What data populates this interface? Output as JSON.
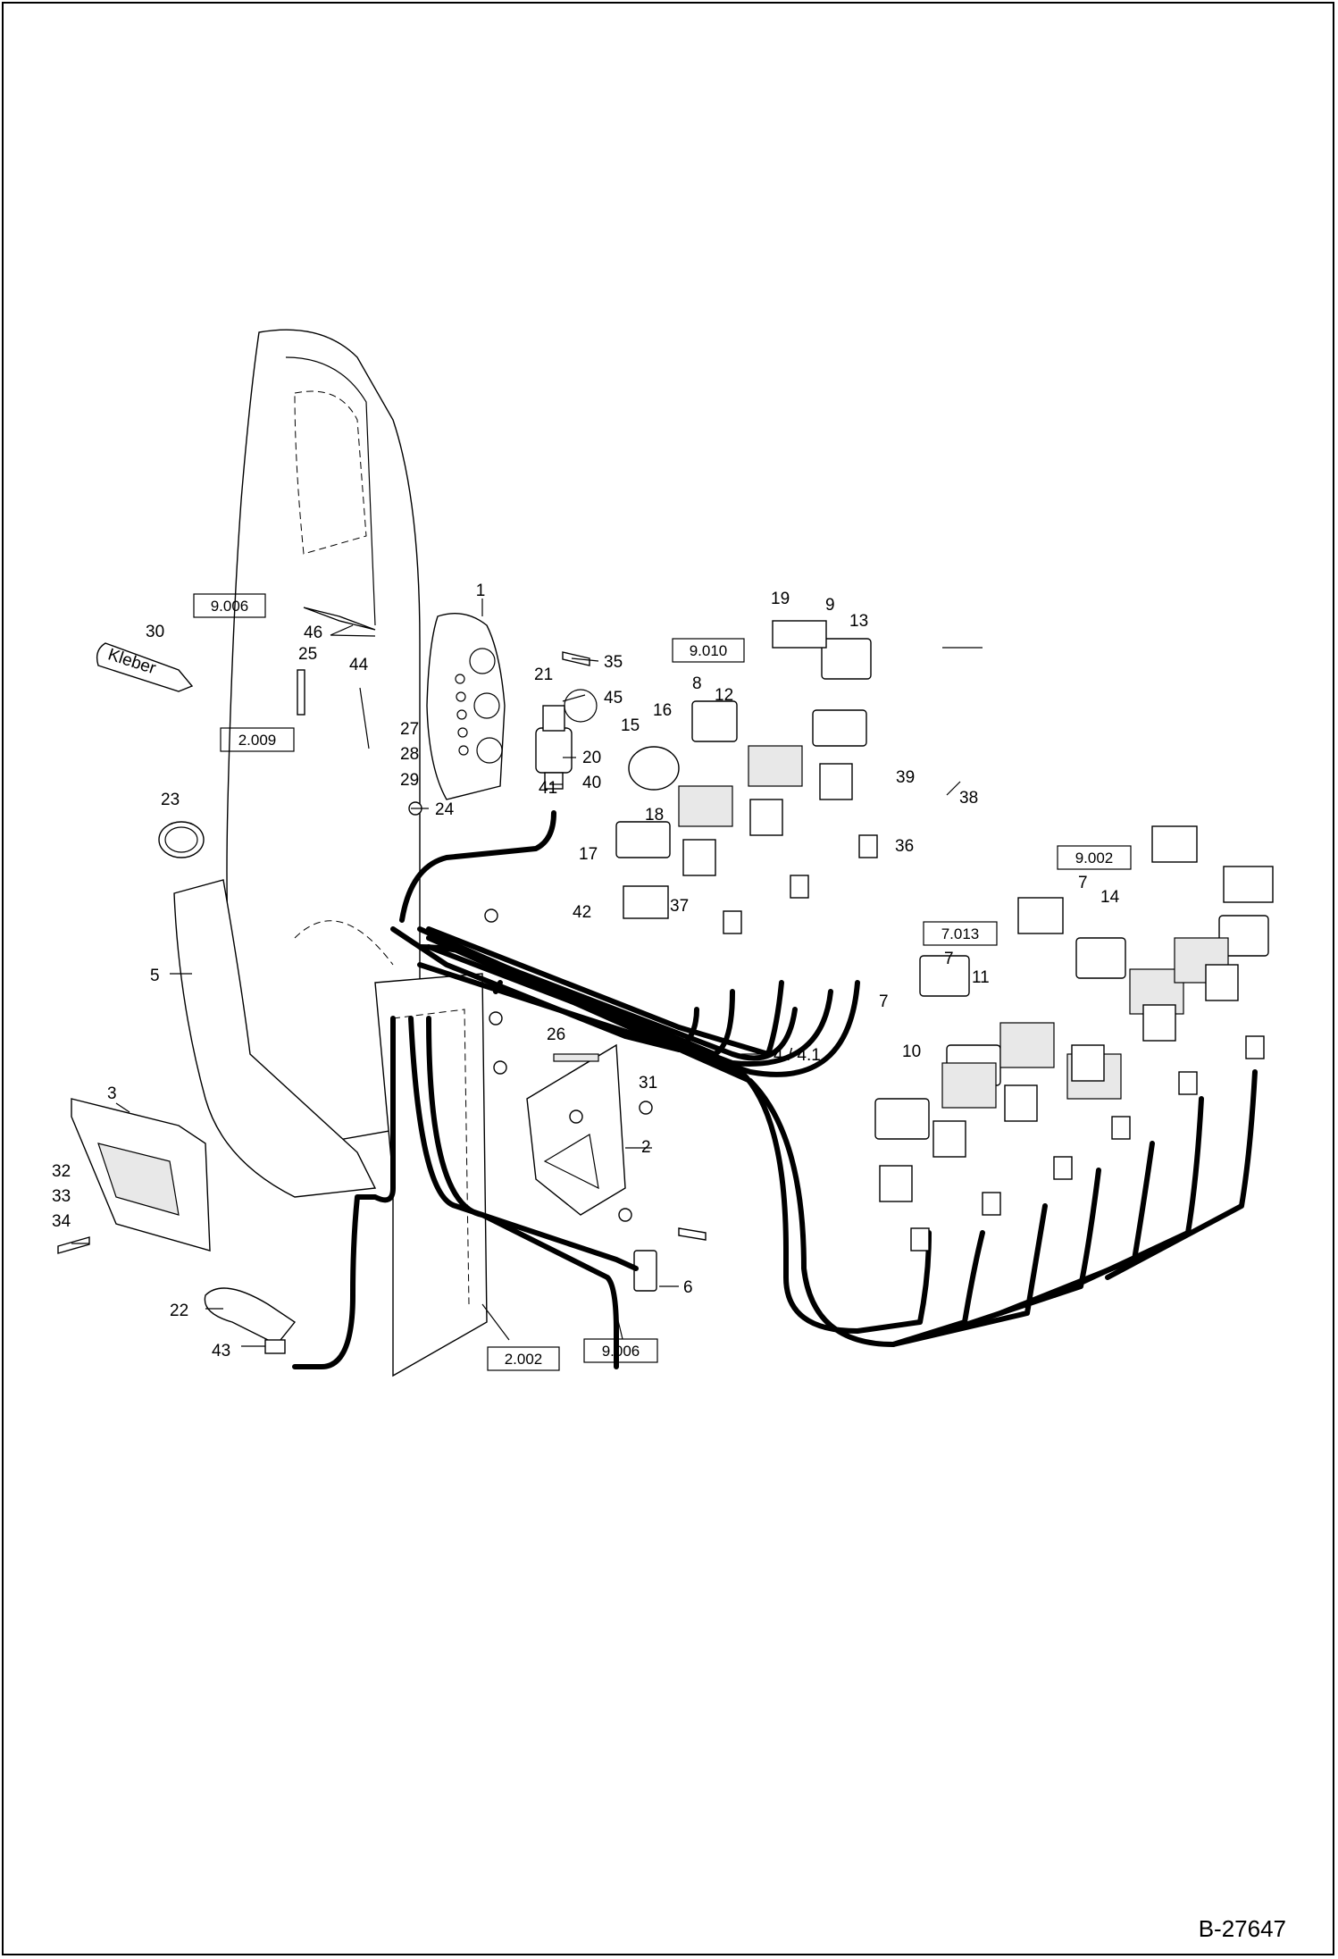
{
  "document_number": "B-27647",
  "reference_boxes": [
    "9.006",
    "2.009",
    "9.010",
    "9.002",
    "7.013",
    "2.002",
    "9.006"
  ],
  "glue_tube_text": "Kleber",
  "part_labels": {
    "p1": "1",
    "p2": "2",
    "p3": "3",
    "p4": "4 / 4.1",
    "p5": "5",
    "p6": "6",
    "p7a": "7",
    "p7b": "7",
    "p7c": "7",
    "p8": "8",
    "p9": "9",
    "p10": "10",
    "p11": "11",
    "p12": "12",
    "p13": "13",
    "p14": "14",
    "p15": "15",
    "p16": "16",
    "p17": "17",
    "p18": "18",
    "p19": "19",
    "p20": "20",
    "p21": "21",
    "p22": "22",
    "p23": "23",
    "p24": "24",
    "p25": "25",
    "p26": "26",
    "p27": "27",
    "p28": "28",
    "p29": "29",
    "p30": "30",
    "p31": "31",
    "p32": "32",
    "p33": "33",
    "p34": "34",
    "p35": "35",
    "p36": "36",
    "p37": "37",
    "p38": "38",
    "p39": "39",
    "p40": "40",
    "p41": "41",
    "p42": "42",
    "p43": "43",
    "p44": "44",
    "p45": "45",
    "p46": "46"
  }
}
